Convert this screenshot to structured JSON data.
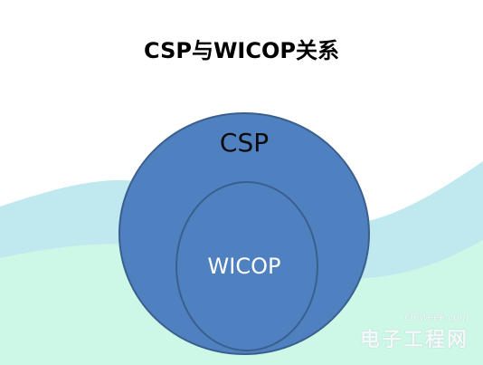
{
  "title": "CSP与WICOP关系",
  "diagram": {
    "outer_label": "CSP",
    "inner_label": "WICOP",
    "colors": {
      "circle_fill": "#4f80c0",
      "circle_stroke": "#3a5f8e",
      "wave_dark": "#bfe9ef",
      "wave_light": "#cdf7e6",
      "label_outer": "#0b0b0b",
      "label_inner": "#ffffff"
    }
  },
  "watermark": {
    "site": "OFweek.com",
    "name": "电子工程网"
  }
}
